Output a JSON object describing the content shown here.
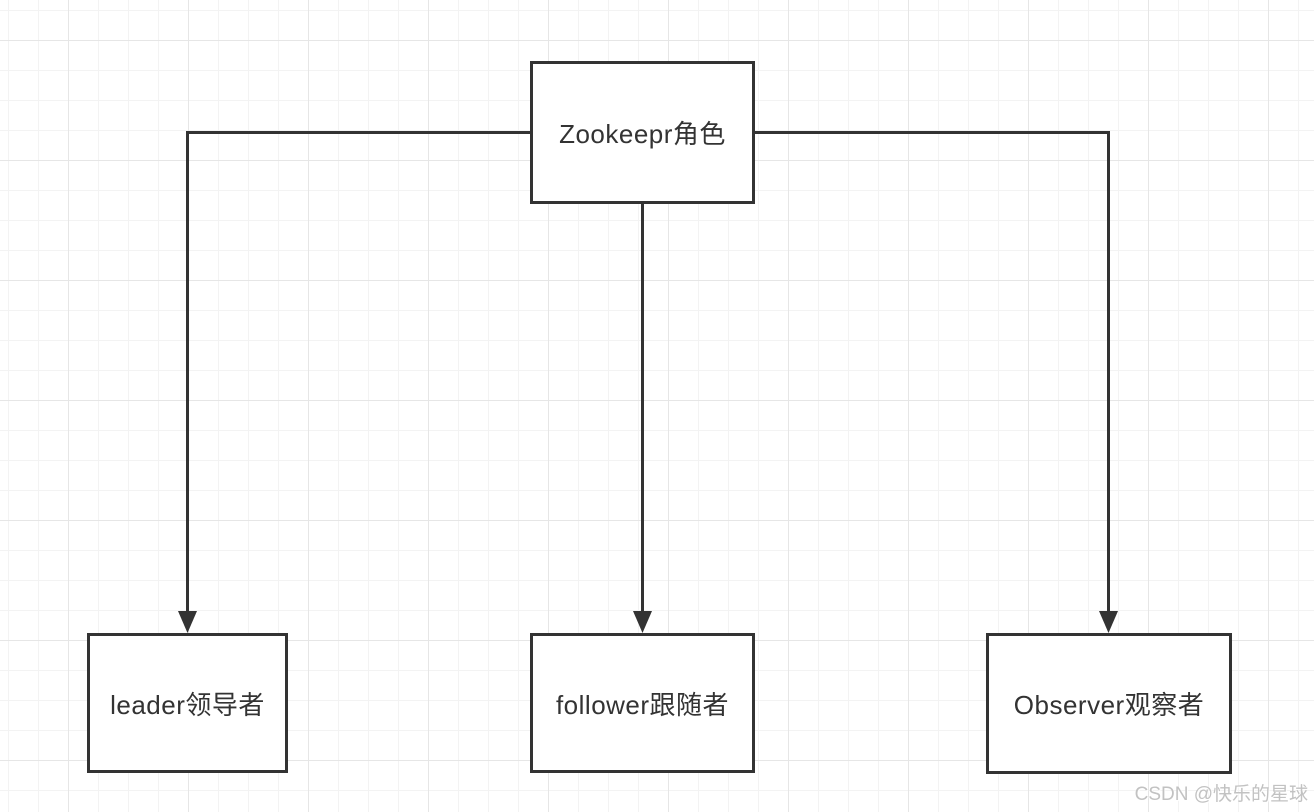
{
  "diagram": {
    "nodes": {
      "root": {
        "label": "Zookeepr角色"
      },
      "leader": {
        "label": "leader领导者"
      },
      "follower": {
        "label": "follower跟随者"
      },
      "observer": {
        "label": "Observer观察者"
      }
    },
    "edges": [
      {
        "from": "root",
        "to": "leader",
        "style": "orthogonal-arrow"
      },
      {
        "from": "root",
        "to": "follower",
        "style": "straight-arrow"
      },
      {
        "from": "root",
        "to": "observer",
        "style": "orthogonal-arrow"
      }
    ]
  },
  "watermark": {
    "text": "CSDN @快乐的星球"
  },
  "colors": {
    "node_border": "#333333",
    "node_fill": "#ffffff",
    "node_text": "#333333",
    "edge_stroke": "#333333",
    "grid_minor": "#f3f3f3",
    "grid_major": "#e6e6e6",
    "watermark_text": "#c2c2c2",
    "canvas_bg": "#ffffff"
  }
}
